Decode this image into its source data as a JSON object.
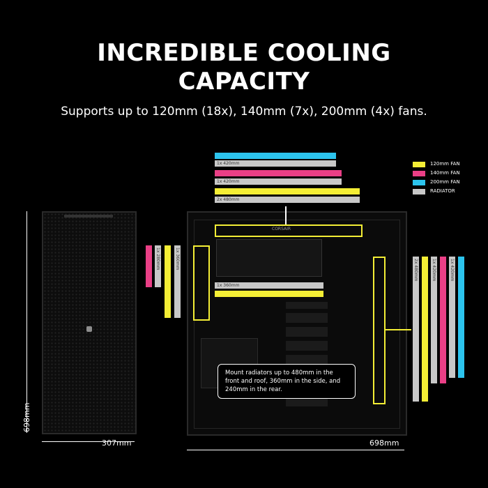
{
  "title_line1": "INCREDIBLE COOLING",
  "title_line2": "CAPACITY",
  "subtitle": "Supports up to 120mm (18x), 140mm (7x), 200mm (4x) fans.",
  "legend": [
    {
      "label": "120mm FAN",
      "color": "#f4ee35"
    },
    {
      "label": "140mm FAN",
      "color": "#ea3f86"
    },
    {
      "label": "200mm FAN",
      "color": "#2cc4ee"
    },
    {
      "label": "RADIATOR",
      "color": "#c8c8c8"
    }
  ],
  "top_labels": [
    "1x 420mm",
    "1x 420mm",
    "2x 480mm"
  ],
  "side_labels": [
    "1x 280mm",
    "1x 360mm",
    "1x 360mm"
  ],
  "right_labels": [
    "2x 480mm",
    "1x 420mm",
    "1x 420mm"
  ],
  "brand_text": "CORSAIR",
  "note": "Mount radiators up to 480mm in the front and roof, 360mm in the side, and 240mm in the rear.",
  "dims": {
    "height": "698mm",
    "width": "307mm",
    "depth": "698mm"
  }
}
